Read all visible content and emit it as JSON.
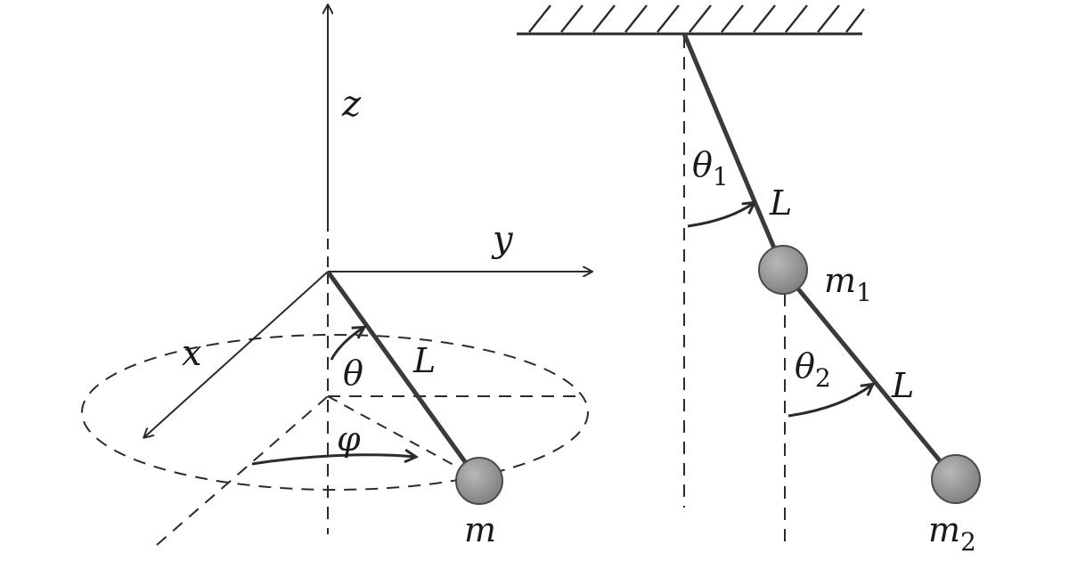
{
  "spherical_pendulum": {
    "axis_z": "z",
    "axis_y": "y",
    "axis_x": "x",
    "angle_theta": "θ",
    "angle_phi": "φ",
    "length": "L",
    "mass": "m"
  },
  "double_pendulum": {
    "angle_1": "θ",
    "angle_1_sub": "1",
    "angle_2": "θ",
    "angle_2_sub": "2",
    "length_1": "L",
    "length_2": "L",
    "mass_1": "m",
    "mass_1_sub": "1",
    "mass_2": "m",
    "mass_2_sub": "2"
  },
  "colors": {
    "line": "#2b2b2b",
    "rod": "#3a3a3a",
    "bob_fill": "#8c8c8c",
    "bob_stroke": "#4a4a4a"
  }
}
